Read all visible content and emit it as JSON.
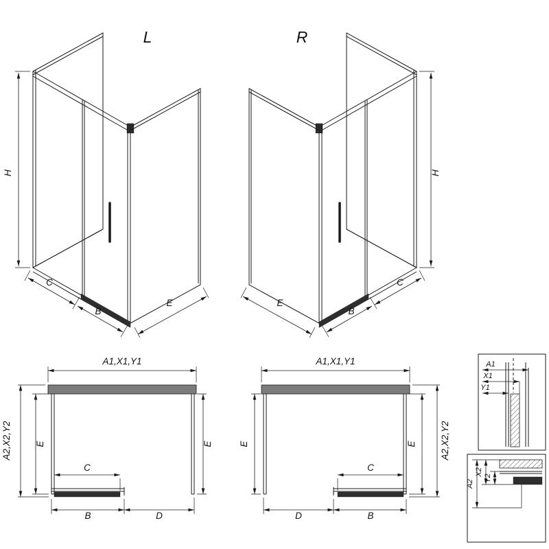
{
  "colors": {
    "line": "#1a1a1a",
    "dark_fill": "#2e2e2e",
    "wall_fill": "#7c7c7c"
  },
  "iso_left": {
    "variant": "L",
    "height": "H",
    "front_fixed": "C",
    "door": "B",
    "side": "E"
  },
  "iso_right": {
    "variant": "R",
    "height": "H",
    "front_fixed": "C",
    "door": "B",
    "side": "E"
  },
  "plan_left": {
    "top_width": "A1,X1,Y1",
    "outer_depth": "A2,X2,Y2",
    "depth_left": "E",
    "depth_right": "E",
    "fixed": "C",
    "door": "B",
    "opening": "D"
  },
  "plan_right": {
    "top_width": "A1,X1,Y1",
    "outer_depth": "A2,X2,Y2",
    "depth_left": "E",
    "depth_right": "E",
    "fixed": "C",
    "door": "B",
    "opening": "D"
  },
  "detail_top": {
    "d1": "A1",
    "d2": "X1",
    "d3": "Y1"
  },
  "detail_bottom": {
    "d1": "A2",
    "d2": "X2",
    "d3": "Y2"
  }
}
